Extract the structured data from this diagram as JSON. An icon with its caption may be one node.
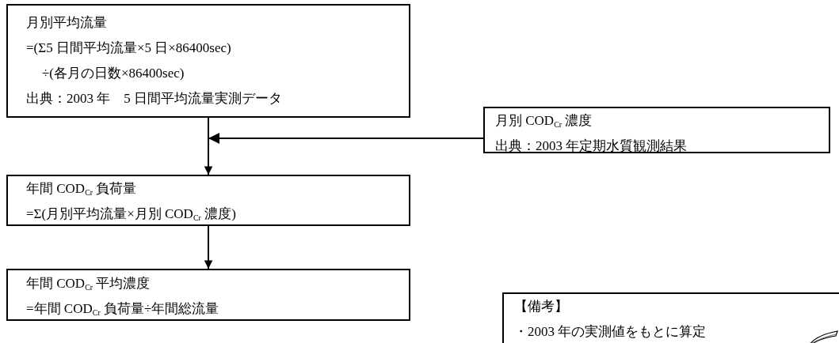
{
  "diagram": {
    "nodes": [
      {
        "text": [
          "月別平均流量",
          "=(Σ5 日間平均流量×5 日×86400sec)",
          "÷(各月の日数×86400sec)",
          "出典：2003 年　5 日間平均流量実測データ"
        ]
      },
      {
        "text": [
          "月別 COD$_{Cr}$ 濃度",
          "出典：2003 年定期水質観測結果"
        ]
      },
      {
        "text": [
          "年間 COD$_{Cr}$ 負荷量",
          "=Σ(月別平均流量×月別 COD$_{Cr}$ 濃度)"
        ]
      },
      {
        "text": [
          "年間 COD$_{Cr}$ 平均濃度",
          "=年間 COD$_{Cr}$ 負荷量÷年間総流量"
        ]
      },
      {
        "text": [
          "【備考】",
          "・2003 年の実測値をもとに算定"
        ]
      }
    ],
    "edges": [
      {
        "from": 0,
        "to": 2,
        "arrow": "to"
      },
      {
        "from": 1,
        "to": 2,
        "arrow": "to"
      },
      {
        "from": 2,
        "to": 3,
        "arrow": "to"
      }
    ]
  }
}
